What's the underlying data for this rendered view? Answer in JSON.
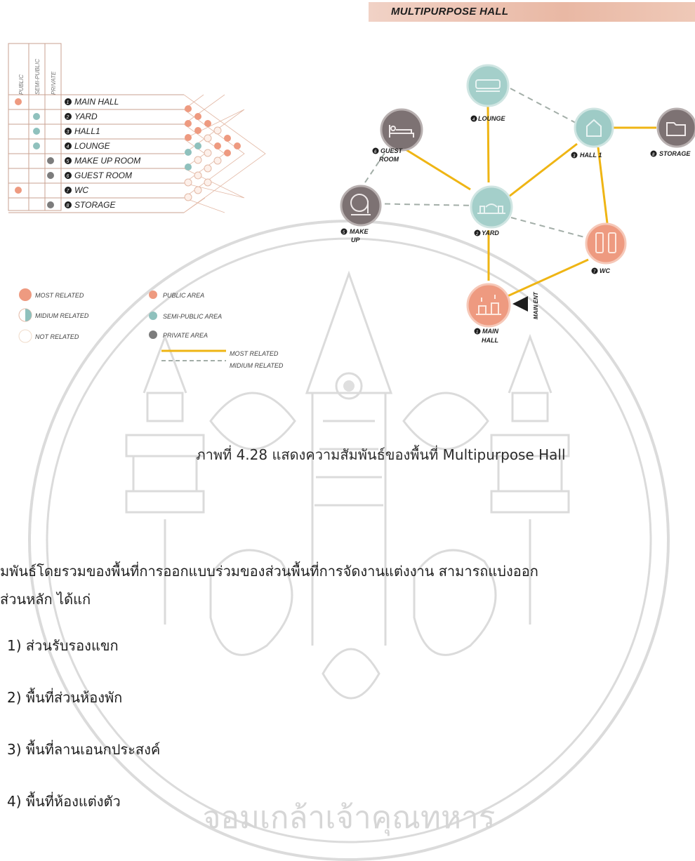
{
  "banner": {
    "title": "MULTIPURPOSE HALL"
  },
  "matrix": {
    "columns": [
      "PUBLIC",
      "SEMI-PUBLIC",
      "PRIVATE"
    ],
    "rows": [
      {
        "num": "1",
        "label": "MAIN HALL"
      },
      {
        "num": "2",
        "label": "YARD"
      },
      {
        "num": "3",
        "label": "HALL1"
      },
      {
        "num": "4",
        "label": "LOUNGE"
      },
      {
        "num": "5",
        "label": "MAKE UP ROOM"
      },
      {
        "num": "6",
        "label": "GUEST ROOM"
      },
      {
        "num": "7",
        "label": "WC"
      },
      {
        "num": "8",
        "label": "STORAGE"
      }
    ]
  },
  "legend": {
    "most_related": "MOST RELATED",
    "midium_related": "MIDIUM RELATED",
    "not_related": "NOT RELATED",
    "public_area": "PUBLIC AREA",
    "semi_public_area": "SEMI-PUBLIC AREA",
    "private_area": "PRIVATE AREA",
    "line_most": "MOST RELATED",
    "line_midium": "MIDIUM RELATED"
  },
  "colors": {
    "public": "#ee9a80",
    "semi_public": "#8fc1bd",
    "private": "#7c7c7c",
    "most_related_line": "#efb514",
    "midium_related_line": "#a3aea8",
    "banner": "#e9b8a4"
  },
  "nodes": {
    "lounge": {
      "num": "4",
      "label": "LOUNGE",
      "icon": "sofa-icon"
    },
    "guest_room": {
      "num": "6",
      "label1": "GUEST",
      "label2": "ROOM",
      "icon": "bed-icon"
    },
    "hall1": {
      "num": "3",
      "label": "HALL 1",
      "icon": "house-icon"
    },
    "storage": {
      "num": "8",
      "label": "STORAGE",
      "icon": "folder-icon"
    },
    "make_up": {
      "num": "5",
      "label1": "MAKE",
      "label2": "UP",
      "icon": "mirror-icon"
    },
    "yard": {
      "num": "2",
      "label": "YARD",
      "icon": "yard-icon"
    },
    "wc": {
      "num": "7",
      "label": "WC",
      "icon": "wc-icon"
    },
    "main_hall": {
      "num": "1",
      "label1": "MAIN",
      "label2": "HALL",
      "icon": "main-hall-icon"
    },
    "main_ent": "MAIN ENT"
  },
  "caption": "ภาพที่ 4.28 แสดงความสัมพันธ์ของพื้นที่ Multipurpose Hall",
  "paragraph": {
    "line1": "มพันธ์โดยรวมของพื้นที่การออกแบบร่วมของส่วนพื้นที่การจัดงานแต่งงาน สามารถแบ่งออก",
    "line2": "ส่วนหลัก ได้แก่"
  },
  "list": [
    "1) ส่วนรับรองแขก",
    "2) พื้นที่ส่วนห้องพัก",
    "3) พื้นที่ลานเอนกประสงค์",
    "4) พื้นที่ห้องแต่งตัว"
  ],
  "watermark": {
    "text": "จอมเกล้าเจ้าคุณทหาร"
  }
}
